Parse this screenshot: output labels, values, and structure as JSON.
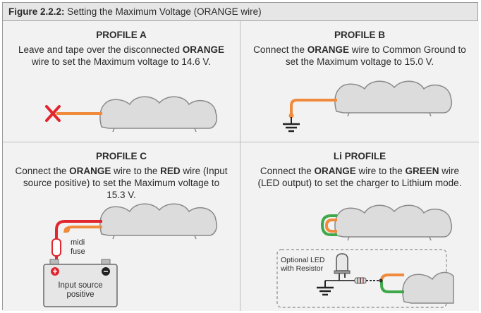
{
  "figure": {
    "caption_label": "Figure 2.2.2:",
    "caption_text": " Setting the Maximum Voltage (ORANGE wire)"
  },
  "colors": {
    "orange_wire": "#f08a3c",
    "green_wire": "#3fa84a",
    "red_wire": "#e0262e",
    "cross": "#e0262e",
    "charger_fill": "#dcdcdc",
    "charger_stroke": "#8a8a8a",
    "panel_bg": "#f2f2f2"
  },
  "profile_a": {
    "title": "PROFILE A",
    "desc_1": "Leave and tape over the disconnected ",
    "desc_bold_1": "ORANGE",
    "desc_2": " wire to set the Maximum voltage to 14.6 V."
  },
  "profile_b": {
    "title": "PROFILE B",
    "desc_1": "Connect the ",
    "desc_bold_1": "ORANGE",
    "desc_2": " wire to Common Ground to set the Maximum voltage to 15.0 V."
  },
  "profile_c": {
    "title": "PROFILE C",
    "desc_1": "Connect the ",
    "desc_bold_1": "ORANGE",
    "desc_2": " wire to the ",
    "desc_bold_2": "RED",
    "desc_3": " wire (Input source positive) to set the Maximum voltage to 15.3 V.",
    "fuse_label_1": "midi",
    "fuse_label_2": "fuse",
    "battery_label_1": "Input source",
    "battery_label_2": "positive",
    "plus_symbol": "+",
    "minus_symbol": "−"
  },
  "profile_li": {
    "title": "Li PROFILE",
    "desc_1": "Connect the ",
    "desc_bold_1": "ORANGE",
    "desc_2": " wire to the ",
    "desc_bold_2": "GREEN",
    "desc_3": " wire (LED output) to set the charger to Lithium mode.",
    "led_label_1": "Optional LED",
    "led_label_2": "with Resistor"
  }
}
